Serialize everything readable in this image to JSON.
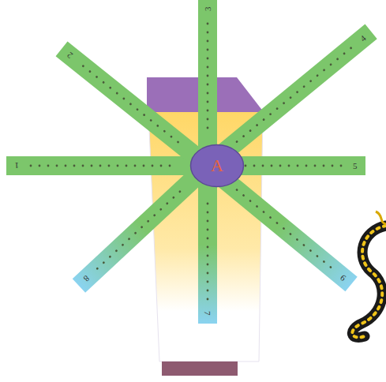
{
  "diagram": {
    "nodes": [
      {
        "text": [
          "A"
        ]
      },
      {
        "text": [
          "1"
        ]
      },
      {
        "text": [
          "2"
        ]
      },
      {
        "text": [
          "3"
        ]
      },
      {
        "text": [
          "4"
        ]
      },
      {
        "text": [
          "5"
        ]
      },
      {
        "text": [
          "6"
        ]
      },
      {
        "text": [
          "7"
        ]
      },
      {
        "text": [
          "8"
        ]
      }
    ]
  }
}
